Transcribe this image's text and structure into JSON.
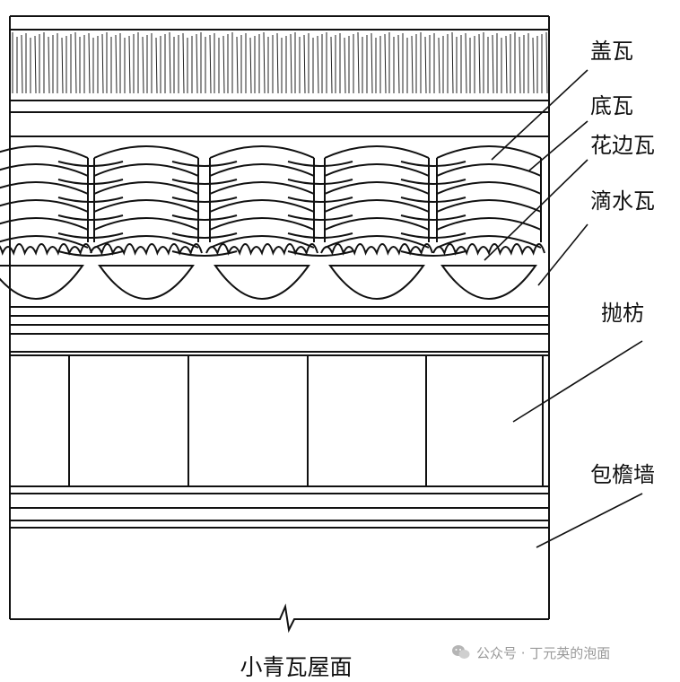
{
  "labels": {
    "gaiwa": "盖瓦",
    "diwa": "底瓦",
    "huabianwa": "花边瓦",
    "dishuiwa": "滴水瓦",
    "paofang": "抛枋",
    "baoyanqiang": "包檐墙"
  },
  "caption": "小青瓦屋面",
  "watermark": {
    "text": "公众号 · 丁元英的泡面",
    "icon": "wechat-logo-icon"
  },
  "colors": {
    "line": "#111111",
    "background": "#ffffff",
    "watermark": "#9a9a9a"
  }
}
